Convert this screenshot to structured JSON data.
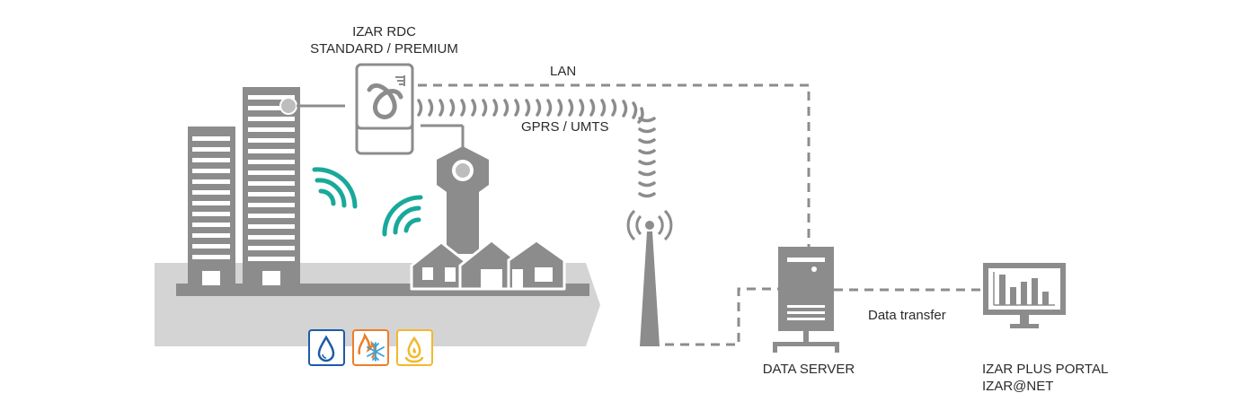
{
  "colors": {
    "gray": "#8c8c8c",
    "platform": "#d4d4d4",
    "teal": "#18a99a",
    "water_blue": "#1e5aa8",
    "heat_orange": "#ee7d2a",
    "cold_blue": "#3aa1d8",
    "gas_yellow": "#f3b82d"
  },
  "labels": {
    "rdc_title": "IZAR RDC",
    "rdc_subtitle": "STANDARD / PREMIUM",
    "lan": "LAN",
    "gprs": "GPRS / UMTS",
    "data_transfer": "Data transfer",
    "data_server": "DATA SERVER",
    "portal_title": "IZAR PLUS PORTAL",
    "portal_subtitle": "IZAR@NET"
  },
  "icons": {
    "water": "water-drop-icon",
    "heat_cold": "heat-cold-icon",
    "gas": "gas-flame-icon",
    "wireless_a": "wireless-signal-icon",
    "wireless_b": "wireless-signal-icon",
    "tower": "radio-tower-icon",
    "server": "server-icon",
    "monitor": "monitor-chart-icon",
    "gateway": "izar-rdc-gateway-icon"
  }
}
